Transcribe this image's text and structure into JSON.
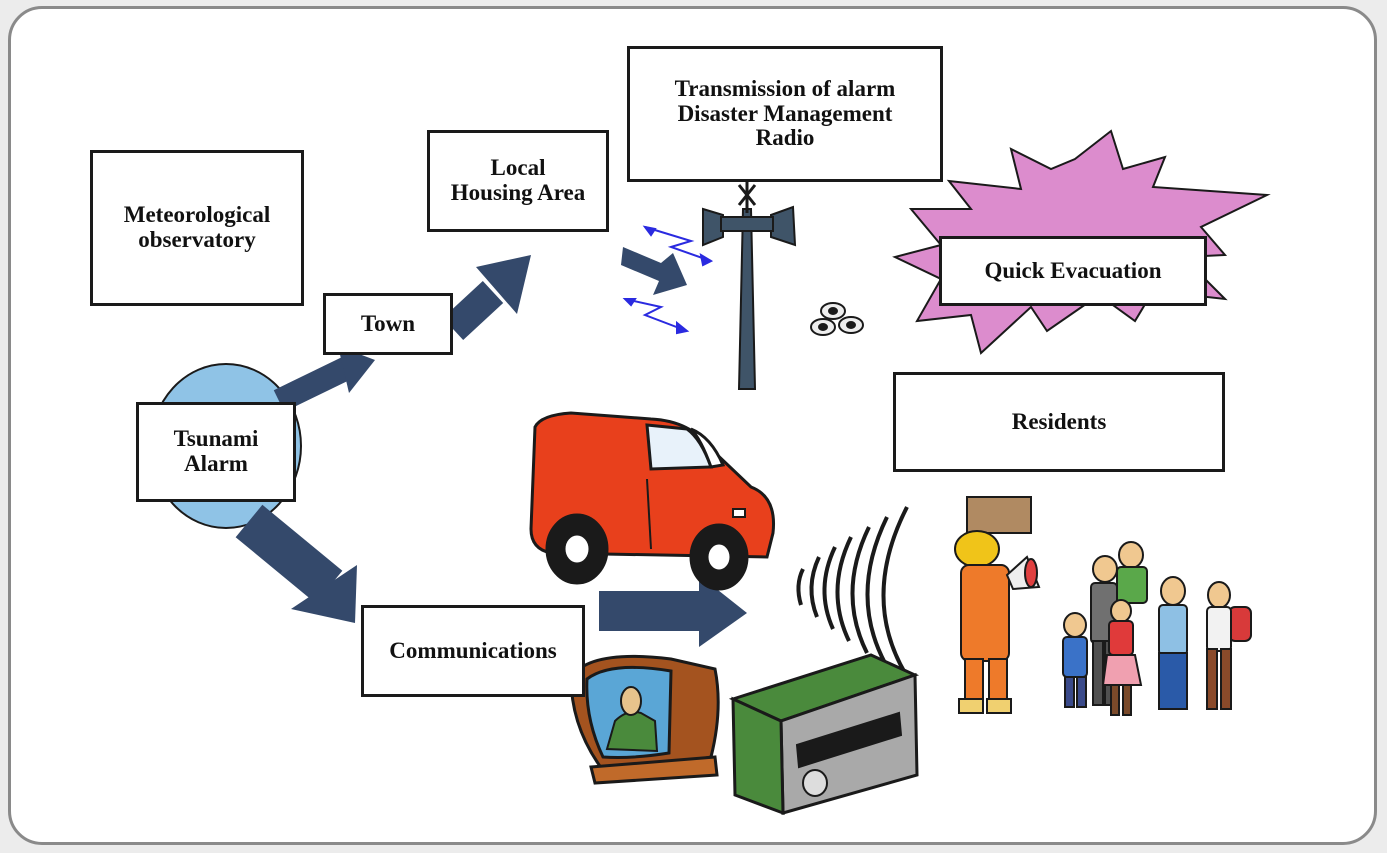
{
  "diagram": {
    "nodes": {
      "meteorological": "Meteorological\nobservatory",
      "town": "Town",
      "tsunami_alarm": "Tsunami\nAlarm",
      "local_housing": "Local\nHousing Area",
      "transmission": "Transmission of alarm\nDisaster Management\nRadio",
      "quick_evacuation": "Quick Evacuation",
      "residents": "Residents",
      "communications": "Communications"
    },
    "colors": {
      "arrow": "#34496b",
      "burst": "#dc8ccd",
      "van": "#e8401c",
      "globe": "#8fc3e6",
      "tower": "#3f5468",
      "radio_body": "#4a8a3c",
      "radio_front": "#a9a9a9",
      "tv_frame": "#a4531f",
      "tv_screen": "#5aa6d6"
    },
    "flow": [
      "tsunami_alarm -> town -> local_housing -> transmission",
      "tsunami_alarm -> communications -> residents"
    ]
  }
}
